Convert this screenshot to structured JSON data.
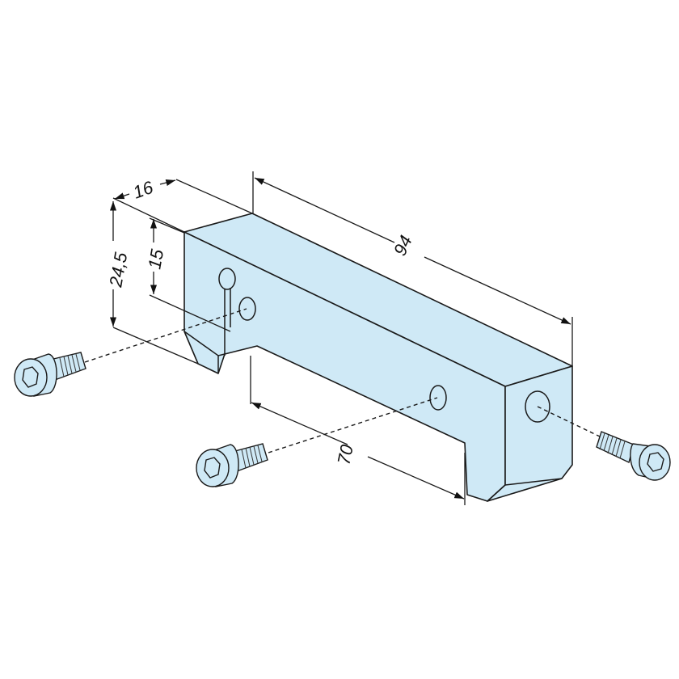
{
  "drawing": {
    "part": "bar",
    "colors": {
      "part_fill": "#cfe9f6",
      "line": "#1a1a1a"
    },
    "dimensions": {
      "length": "94",
      "width": "16",
      "height": "24,5",
      "hole_height": "15",
      "hole_spacing": "70"
    }
  }
}
